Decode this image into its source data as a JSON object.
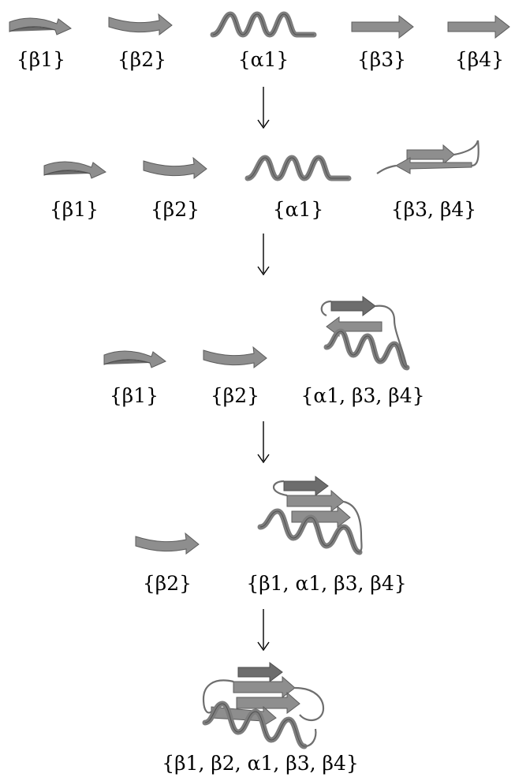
{
  "stages": [
    {
      "id": "stage-1",
      "labels": [
        "{β1}",
        "{β2}",
        "{α1}",
        "{β3}",
        "{β4}"
      ]
    },
    {
      "id": "stage-2",
      "labels": [
        "{β1}",
        "{β2}",
        "{α1}",
        "{β3, β4}"
      ]
    },
    {
      "id": "stage-3",
      "labels": [
        "{β1}",
        "{β2}",
        "{α1, β3, β4}"
      ]
    },
    {
      "id": "stage-4",
      "labels": [
        "{β2}",
        "{β1, α1, β3, β4}"
      ]
    },
    {
      "id": "stage-5",
      "labels": [
        "{β1, β2, α1, β3, β4}"
      ]
    }
  ],
  "colors": {
    "ribbon": "#8e8e8e",
    "ribbon_edge": "#5c5c5c",
    "arrow": "#000000"
  }
}
